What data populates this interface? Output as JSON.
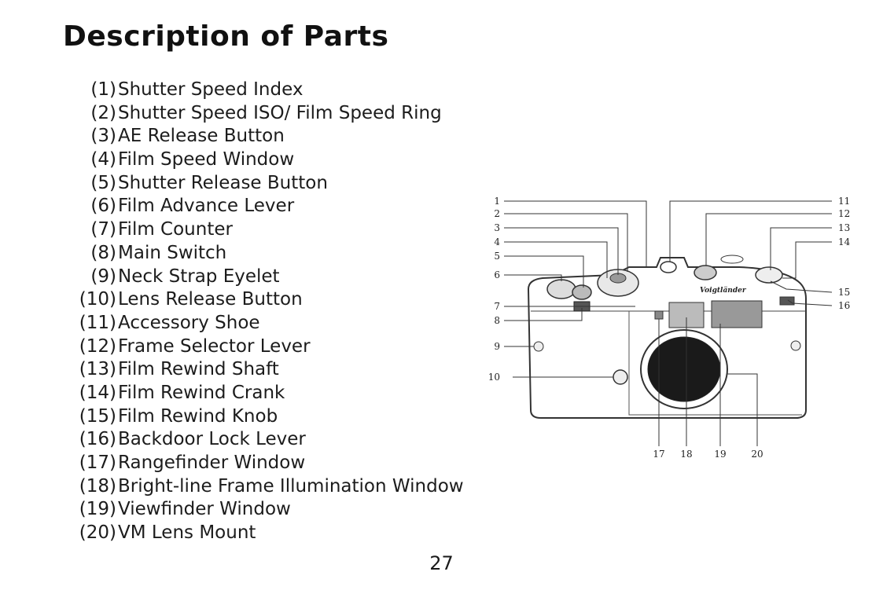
{
  "page": {
    "title": "Description of Parts",
    "page_number": "27"
  },
  "parts": [
    {
      "num": "(1)",
      "label": "Shutter Speed Index"
    },
    {
      "num": "(2)",
      "label": "Shutter Speed ISO/ Film Speed Ring"
    },
    {
      "num": "(3)",
      "label": "AE Release Button"
    },
    {
      "num": "(4)",
      "label": "Film Speed Window"
    },
    {
      "num": "(5)",
      "label": "Shutter Release Button"
    },
    {
      "num": "(6)",
      "label": "Film Advance Lever"
    },
    {
      "num": "(7)",
      "label": "Film Counter"
    },
    {
      "num": "(8)",
      "label": "Main Switch"
    },
    {
      "num": "(9)",
      "label": "Neck Strap Eyelet"
    },
    {
      "num": "(10)",
      "label": "Lens Release Button"
    },
    {
      "num": "(11)",
      "label": "Accessory Shoe"
    },
    {
      "num": "(12)",
      "label": "Frame Selector Lever"
    },
    {
      "num": "(13)",
      "label": "Film Rewind Shaft"
    },
    {
      "num": "(14)",
      "label": "Film Rewind Crank"
    },
    {
      "num": "(15)",
      "label": "Film Rewind Knob"
    },
    {
      "num": "(16)",
      "label": "Backdoor Lock Lever"
    },
    {
      "num": "(17)",
      "label": "Rangefinder Window"
    },
    {
      "num": "(18)",
      "label": "Bright-line Frame Illumination Window"
    },
    {
      "num": "(19)",
      "label": "Viewfinder Window"
    },
    {
      "num": "(20)",
      "label": "VM Lens Mount"
    }
  ],
  "diagram": {
    "callouts_left": [
      "1",
      "2",
      "3",
      "4",
      "5",
      "6",
      "7",
      "8",
      "9",
      "10"
    ],
    "callouts_right": [
      "11",
      "12",
      "13",
      "14",
      "15",
      "16"
    ],
    "callouts_bottom": [
      "17",
      "18",
      "19",
      "20"
    ],
    "brand_mark": "Voigtländer"
  }
}
